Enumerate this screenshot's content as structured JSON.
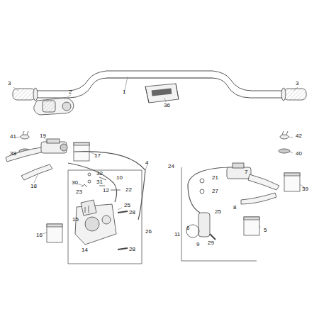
{
  "diagram": {
    "labels": [
      "3",
      "2",
      "1",
      "36",
      "3",
      "41",
      "38",
      "19",
      "17",
      "4",
      "42",
      "40",
      "39",
      "24",
      "21",
      "7",
      "27",
      "8",
      "18",
      "30",
      "23",
      "32",
      "31",
      "10",
      "12",
      "22",
      "25",
      "15",
      "16",
      "28",
      "14",
      "28",
      "26",
      "9",
      "25",
      "6",
      "11",
      "29",
      "5"
    ]
  }
}
